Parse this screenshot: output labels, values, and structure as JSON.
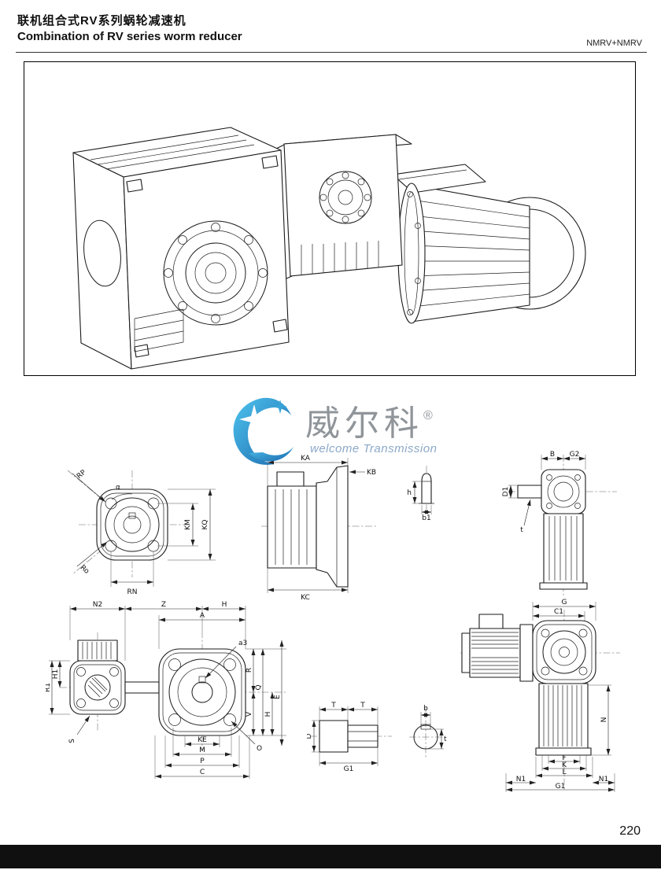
{
  "header": {
    "title_zh": "联机组合式RV系列蜗轮减速机",
    "title_en": "Combination of RV series worm reducer",
    "model": "NMRV+NMRV"
  },
  "watermark": {
    "brand": "威尔科",
    "registered": "®",
    "subtitle": "welcome Transmission"
  },
  "footer": {
    "page_number": "220"
  },
  "drawings": {
    "flange_view": {
      "rp": "RP",
      "alpha": "α",
      "km": "KM",
      "kq": "KQ",
      "rn": "RN",
      "ro": "Ro"
    },
    "side_view": {
      "ka": "KA",
      "kb": "KB",
      "kc": "KC"
    },
    "plug_detail": {
      "h": "h",
      "b1": "b1"
    },
    "rear_view": {
      "b": "B",
      "g2": "G2",
      "d1": "D1",
      "t": "t"
    },
    "front_view": {
      "n2": "N2",
      "z": "Z",
      "h_top": "H",
      "a": "A",
      "h1": "H1",
      "r1": "R1",
      "s": "S",
      "a3": "a3",
      "r": "R",
      "q": "Q",
      "v": "V",
      "h_right": "H",
      "e": "E",
      "o": "O",
      "ke": "KE",
      "m": "M",
      "p": "P",
      "c": "C"
    },
    "shaft_section": {
      "t1": "T",
      "t2": "T",
      "d": "D",
      "g1": "G1"
    },
    "key_detail": {
      "b": "b",
      "t": "t"
    },
    "assembly_view": {
      "g": "G",
      "c1": "C1",
      "n": "N",
      "f": "F",
      "k": "K",
      "l": "L",
      "n1_left": "N1",
      "n1_right": "N1",
      "g1": "G1"
    }
  }
}
